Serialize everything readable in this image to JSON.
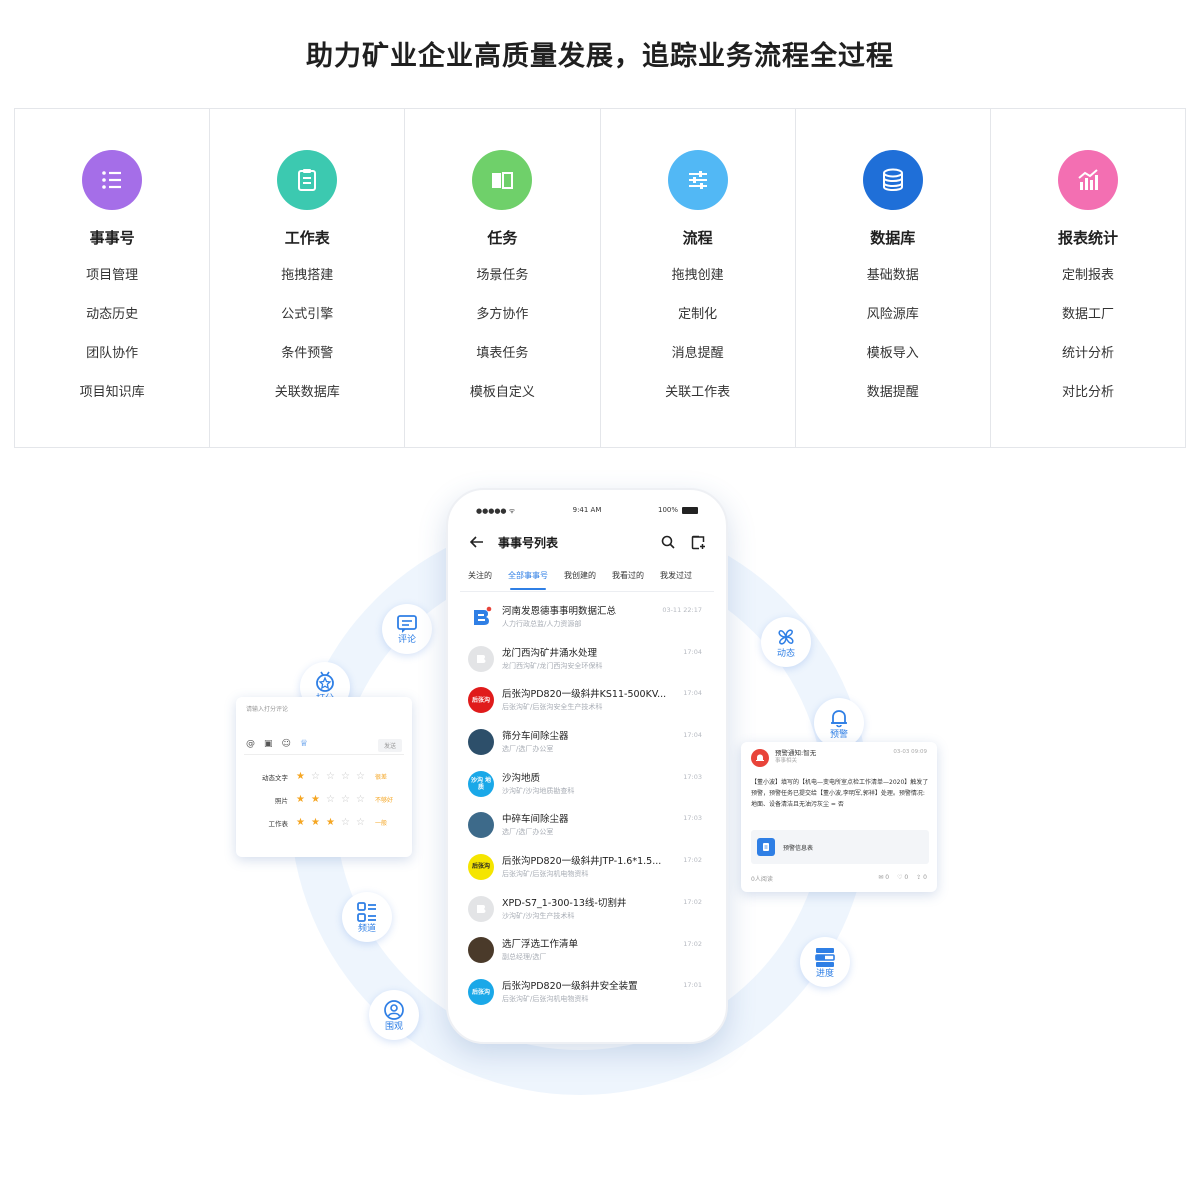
{
  "headline": "助力矿业企业高质量发展，追踪业务流程全过程",
  "features": [
    {
      "title": "事事号",
      "icon": "list-icon",
      "color": "#a56ee8",
      "items": [
        "项目管理",
        "动态历史",
        "团队协作",
        "项目知识库"
      ]
    },
    {
      "title": "工作表",
      "icon": "clipboard-icon",
      "color": "#3cc9b0",
      "items": [
        "拖拽搭建",
        "公式引擎",
        "条件预警",
        "关联数据库"
      ]
    },
    {
      "title": "任务",
      "icon": "book-icon",
      "color": "#6fd06a",
      "items": [
        "场景任务",
        "多方协作",
        "填表任务",
        "模板自定义"
      ]
    },
    {
      "title": "流程",
      "icon": "sliders-icon",
      "color": "#52b8f5",
      "items": [
        "拖拽创建",
        "定制化",
        "消息提醒",
        "关联工作表"
      ]
    },
    {
      "title": "数据库",
      "icon": "database-icon",
      "color": "#1f6fd8",
      "items": [
        "基础数据",
        "风险源库",
        "模板导入",
        "数据提醒"
      ]
    },
    {
      "title": "报表统计",
      "icon": "chart-icon",
      "color": "#f36fb2",
      "items": [
        "定制报表",
        "数据工厂",
        "统计分析",
        "对比分析"
      ]
    }
  ],
  "bubbles": {
    "comment": "评论",
    "score": "打分",
    "dynamic": "动态",
    "warning": "预警",
    "channel": "频道",
    "progress": "进度",
    "watch": "围观"
  },
  "phone": {
    "status_time": "9:41 AM",
    "battery": "100%",
    "title": "事事号列表",
    "tabs": [
      "关注的",
      "全部事事号",
      "我创建的",
      "我看过的",
      "我发过过"
    ],
    "active_tab": 1,
    "rows": [
      {
        "title": "河南发恩德事事明数据汇总",
        "sub": "人力行政总监/人力资源部",
        "time": "03-11 22:17",
        "avatar_color": "#ffffff",
        "avatar_text": ""
      },
      {
        "title": "龙门西沟矿井涌水处理",
        "sub": "龙门西沟矿/龙门西沟安全环保科",
        "time": "17:04",
        "avatar_color": "#e3e4e6",
        "avatar_text": ""
      },
      {
        "title": "后张沟PD820一级斜井KS11-500KV...",
        "sub": "后张沟矿/后张沟安全生产技术科",
        "time": "17:04",
        "avatar_color": "#e01b1b",
        "avatar_text": "后张沟"
      },
      {
        "title": "筛分车间除尘器",
        "sub": "选厂/选厂办公室",
        "time": "17:04",
        "avatar_color": "#2d4f6a",
        "avatar_text": ""
      },
      {
        "title": "沙沟地质",
        "sub": "沙沟矿/沙沟地质勘查科",
        "time": "17:03",
        "avatar_color": "#1aa8e8",
        "avatar_text": "沙沟 地质"
      },
      {
        "title": "中碎车间除尘器",
        "sub": "选厂/选厂办公室",
        "time": "17:03",
        "avatar_color": "#3d6a8a",
        "avatar_text": ""
      },
      {
        "title": "后张沟PD820一级斜井JTP-1.6*1.5...",
        "sub": "后张沟矿/后张沟机电物资科",
        "time": "17:02",
        "avatar_color": "#f5e500",
        "avatar_text": "后张沟"
      },
      {
        "title": "XPD-S7_1-300-13线-切割井",
        "sub": "沙沟矿/沙沟生产技术科",
        "time": "17:02",
        "avatar_color": "#e3e4e6",
        "avatar_text": ""
      },
      {
        "title": "选厂浮选工作清单",
        "sub": "副总经理/选厂",
        "time": "17:02",
        "avatar_color": "#4a3a2a",
        "avatar_text": ""
      },
      {
        "title": "后张沟PD820一级斜井安全装置",
        "sub": "后张沟矿/后张沟机电物资科",
        "time": "17:01",
        "avatar_color": "#1aa8e8",
        "avatar_text": "后张沟"
      }
    ]
  },
  "rating_card": {
    "placeholder": "请输入打分评论",
    "send": "发送",
    "rows": [
      {
        "label": "动态文字",
        "stars": 1,
        "value": "很差"
      },
      {
        "label": "照片",
        "stars": 2,
        "value": "不够好"
      },
      {
        "label": "工作表",
        "stars": 3,
        "value": "一般"
      }
    ]
  },
  "alert_card": {
    "name": "预警通知:智无",
    "dept": "事事相关",
    "time": "03-03 09:09",
    "body": "【董小波】填写的【机电—变电所室点检工作清单—2020】触发了预警，预警任务已提交给【董小波,李明军,郭祥】处理。预警情况:地面、设备清洁且无油污灰尘 = 否",
    "attachment": "预警信息表",
    "read": "0人阅读",
    "counts": [
      "0",
      "0",
      "0"
    ]
  }
}
